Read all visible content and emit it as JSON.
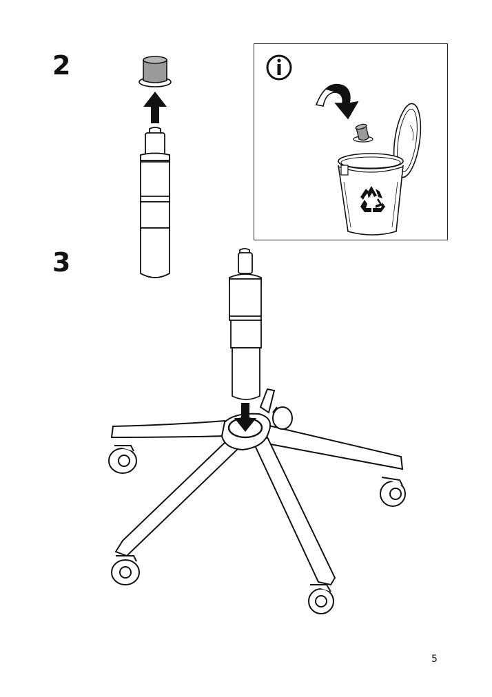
{
  "instruction_page": {
    "steps": [
      {
        "number": "2",
        "icons": [
          "cap-icon",
          "up-arrow-icon",
          "gas-cylinder-icon"
        ]
      },
      {
        "number": "3",
        "icons": [
          "gas-cylinder-icon",
          "down-arrow-icon",
          "chair-base-icon",
          "caster-wheel-icon"
        ]
      }
    ],
    "info_panel": {
      "icons": [
        "info-icon",
        "curved-arrow-icon",
        "cap-icon",
        "recycling-bin-icon",
        "recycle-symbol-icon"
      ]
    },
    "page_number": "5"
  },
  "colors": {
    "ink": "#111111",
    "cap_fill": "#9a9a9a",
    "background": "#ffffff"
  }
}
